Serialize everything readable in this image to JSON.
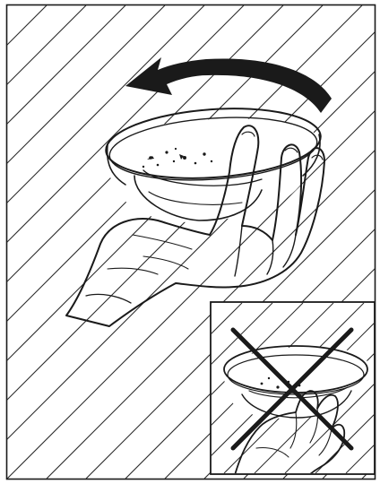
{
  "figure": {
    "content": "instruction-illustration",
    "main_panel": {
      "action": "rotate-counterclockwise-to-remove",
      "arrow_direction": "counterclockwise"
    },
    "inset_panel": {
      "status": "incorrect",
      "mark": "cross"
    }
  },
  "colors": {
    "ink": "#1a1a1a",
    "background": "#ffffff",
    "hatch": "#2a2a2a"
  }
}
